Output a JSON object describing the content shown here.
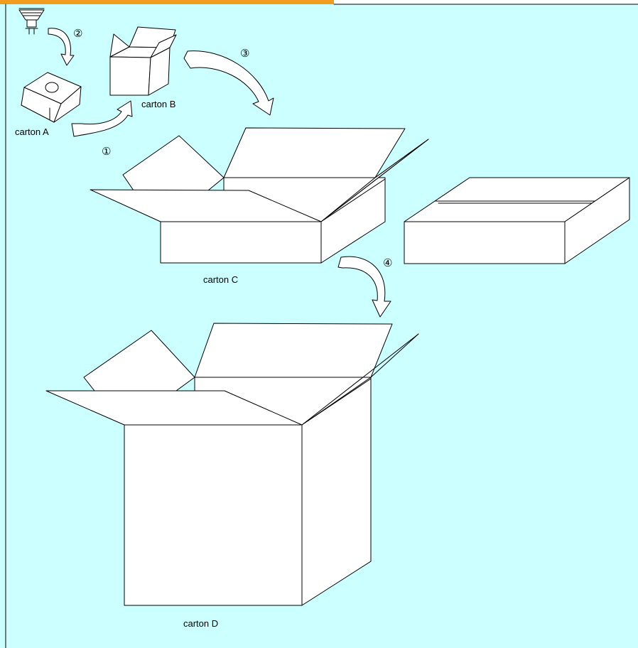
{
  "labels": {
    "carton_a": "carton A",
    "carton_b": "carton B",
    "carton_c": "carton C",
    "carton_d": "carton D"
  },
  "steps": {
    "step_1": "①",
    "step_2": "②",
    "step_3": "③",
    "step_4": "④"
  },
  "colors": {
    "background": "#ccffff",
    "accent": "#f19c1e",
    "line": "#000000"
  }
}
